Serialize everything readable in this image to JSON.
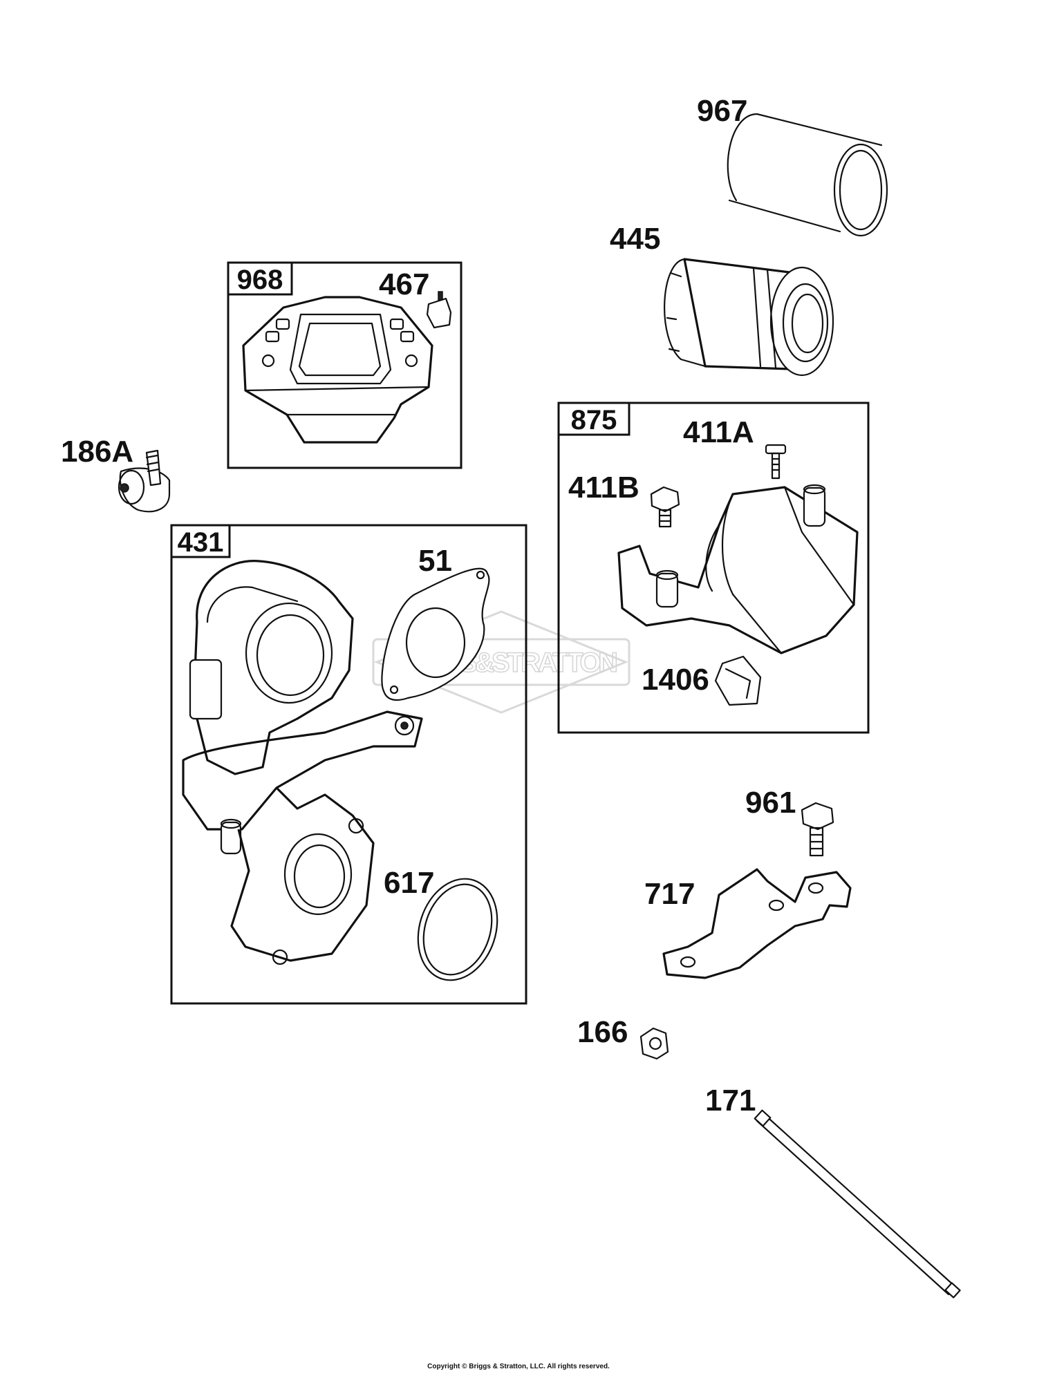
{
  "watermark": {
    "brand": "BRIGGS&STRATTON"
  },
  "boxes": {
    "b968": "968",
    "b875": "875",
    "b431": "431"
  },
  "labels": {
    "p967": "967",
    "p445": "445",
    "p467": "467",
    "p186A": "186A",
    "p411A": "411A",
    "p411B": "411B",
    "p51": "51",
    "p1406": "1406",
    "p961": "961",
    "p617": "617",
    "p717": "717",
    "p166": "166",
    "p171": "171"
  },
  "copyright": "Copyright © Briggs & Stratton, LLC. All rights reserved."
}
